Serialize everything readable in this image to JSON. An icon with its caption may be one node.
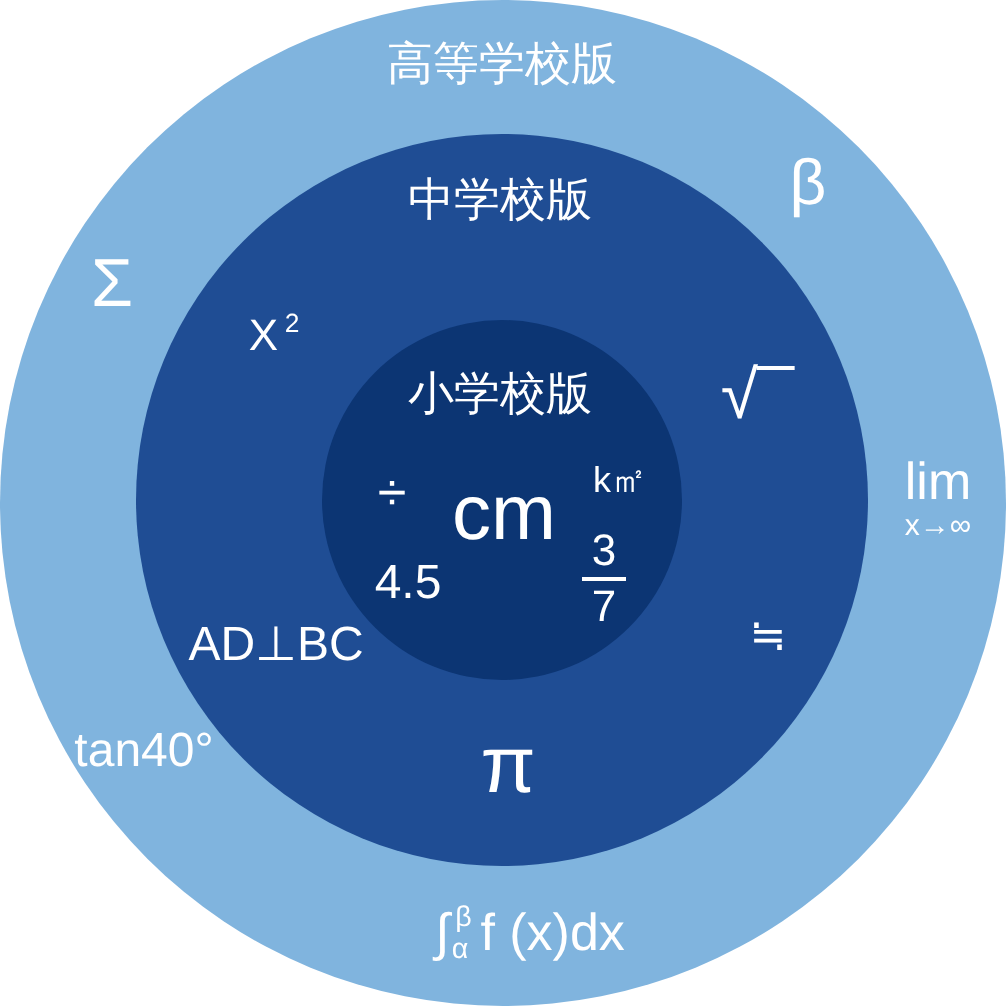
{
  "diagram": {
    "nodes": [
      {
        "text": [
          "高等学校版",
          "β",
          "Σ",
          "lim x→∞",
          "tan40°",
          "∫$_{α}$$^{β}$f (x)dx"
        ]
      },
      {
        "text": [
          "中学校版",
          "X$^{2}$",
          "√",
          "≒",
          "AD⊥BC",
          "π"
        ],
        "in": 0
      },
      {
        "text": [
          "小学校版",
          "÷",
          "cm",
          "k㎡",
          "4.5",
          "3 7"
        ],
        "in": 1
      }
    ]
  }
}
